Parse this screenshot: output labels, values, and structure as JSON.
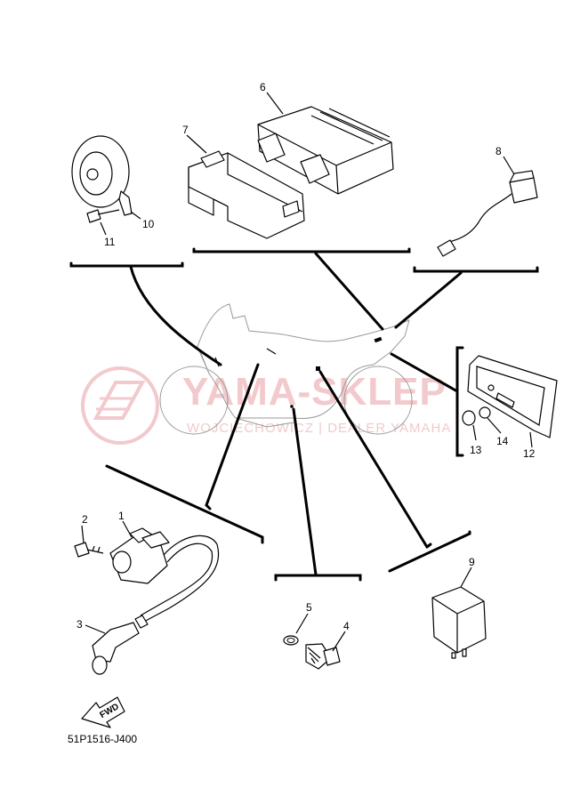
{
  "watermark": {
    "main": "YAMA-SKLEP",
    "sub": "WOJCIECHOWICZ | DEALER YAMAHA"
  },
  "callouts": {
    "p1": "1",
    "p2": "2",
    "p3": "3",
    "p4": "4",
    "p5": "5",
    "p6": "6",
    "p7": "7",
    "p8": "8",
    "p9": "9",
    "p10": "10",
    "p11": "11",
    "p12": "12",
    "p13": "13",
    "p14": "14"
  },
  "fwd_label": "FWD",
  "diagram_code": "51P1516-J400",
  "colors": {
    "line": "#000000",
    "silhouette": "#999999",
    "watermark": "#f2c9cc"
  }
}
